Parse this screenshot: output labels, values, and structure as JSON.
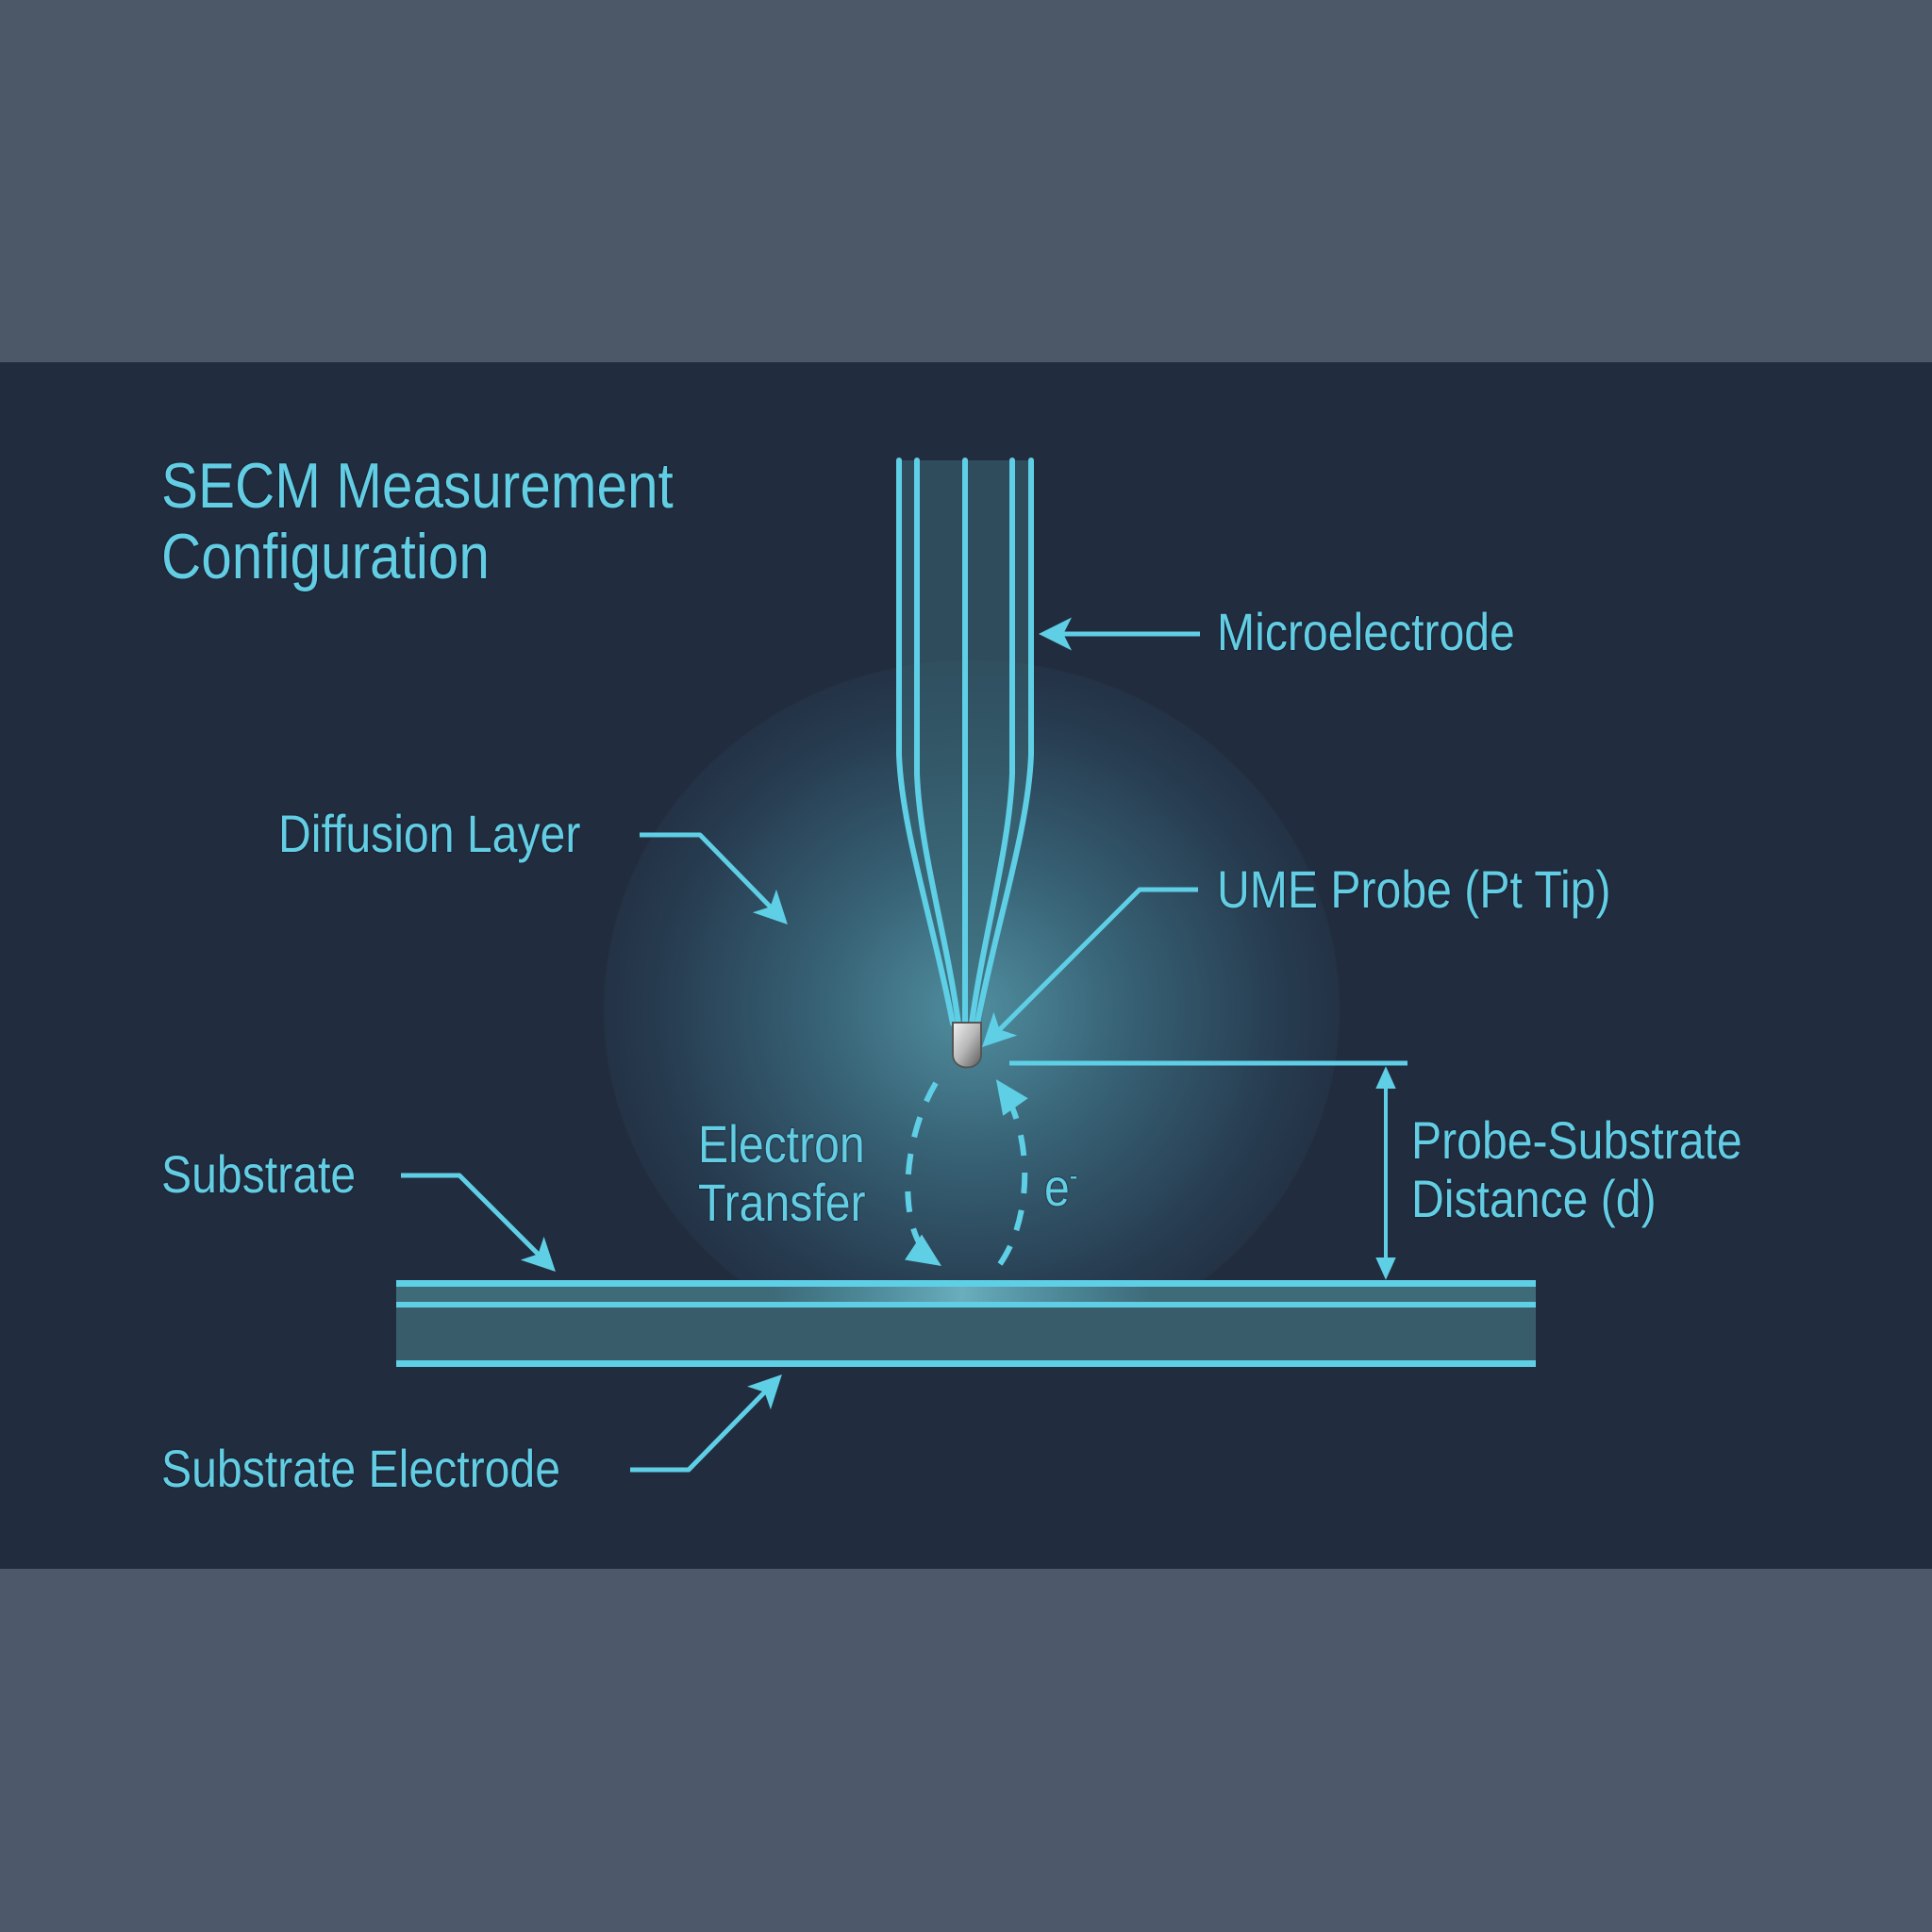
{
  "title": {
    "line1": "SECM Measurement",
    "line2": "Configuration"
  },
  "labels": {
    "microelectrode": "Microelectrode",
    "diffusion_layer": "Diffusion Layer",
    "ume_probe": "UME Probe (Pt Tip)",
    "substrate": "Substrate",
    "electron_transfer_line1": "Electron",
    "electron_transfer_line2": "Transfer",
    "electron_symbol": "e",
    "electron_charge": "-",
    "distance_line1": "Probe-Substrate",
    "distance_line2": "Distance (d)",
    "substrate_electrode": "Substrate Electrode"
  },
  "colors": {
    "accent": "#5fcfe6",
    "panel_background": "#222c3f",
    "outer_background": "#4c5868",
    "substrate_fill": "#3a5d6b",
    "tip_metal": "#d8d8d8"
  },
  "icons": {
    "arrows": "arrow-icon",
    "tip": "pt-tip-icon"
  }
}
